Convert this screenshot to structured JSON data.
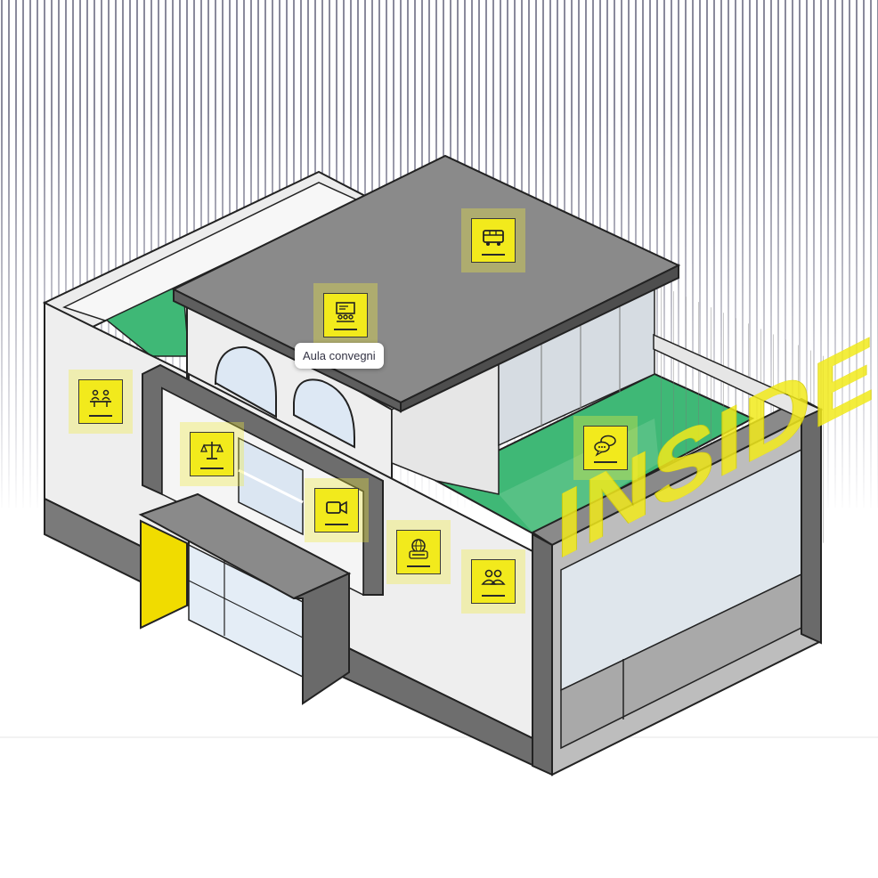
{
  "tooltip": {
    "label": "Aula convegni"
  },
  "overlay": {
    "word": "INSIDE"
  },
  "colors": {
    "accent": "#f2ea1c",
    "green": "#3fb876",
    "roof": "#8a8a8a",
    "wall_light": "#eeeeee",
    "wall_dark": "#7a7a7a",
    "stripes": "#4a4a66"
  },
  "hotspots": [
    {
      "name": "hotspot-bus",
      "icon": "bus-icon"
    },
    {
      "name": "hotspot-conference-room",
      "icon": "presentation-icon"
    },
    {
      "name": "hotspot-meeting",
      "icon": "meeting-table-icon"
    },
    {
      "name": "hotspot-legal",
      "icon": "scales-icon"
    },
    {
      "name": "hotspot-video",
      "icon": "video-camera-icon"
    },
    {
      "name": "hotspot-news",
      "icon": "news-globe-icon"
    },
    {
      "name": "hotspot-chat",
      "icon": "chat-bubbles-icon"
    },
    {
      "name": "hotspot-people",
      "icon": "people-icon"
    }
  ]
}
